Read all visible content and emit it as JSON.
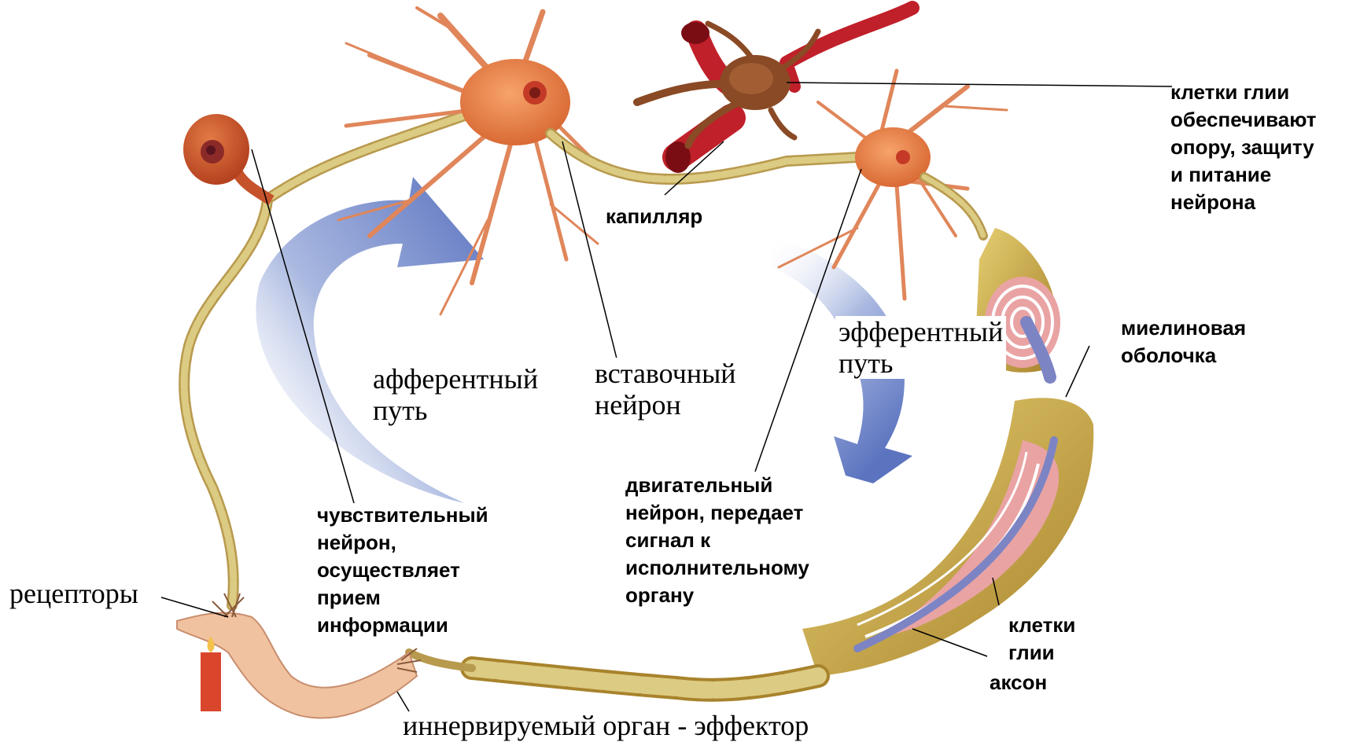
{
  "labels": {
    "glia_top": "клетки глии\nобеспечивают\nопору, защиту\nи питание\nнейрона",
    "capillary": "капилляр",
    "myelin": "миелиновая\nоболочка",
    "efferent": "эфферентный\nпуть",
    "afferent": "афферентный\nпуть",
    "interneuron": "вставочный\nнейрон",
    "motor": "двигательный\nнейрон, передает\nсигнал к\nисполнительному\nоргану",
    "sensory": "чувствительный\nнейрон,\nосуществляет\nприем\nинформации",
    "receptors": "рецепторы",
    "glia_bottom": "клетки\nглии",
    "axon": "аксон",
    "effector": "иннервируемый орган - эффектор"
  },
  "colors": {
    "neuron": "#e8804a",
    "neuron_dark": "#c2552a",
    "nucleus": "#c73a25",
    "axon_bead": "#d8c67a",
    "myelin_gold": "#c9a441",
    "myelin_pink": "#e9a3a3",
    "arrow_blue": "#6e86c8",
    "vessel_red": "#c0202a",
    "glia_brown": "#8a4a25",
    "skin": "#f0c2a0",
    "candle": "#d9462c"
  }
}
